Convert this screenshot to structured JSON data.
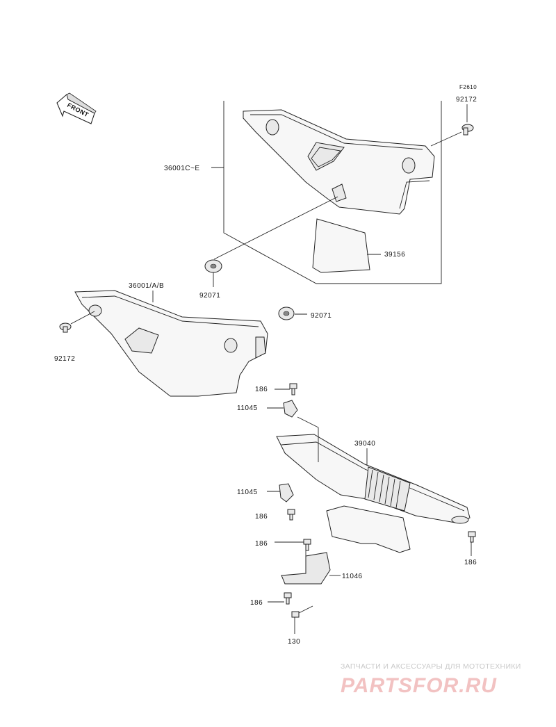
{
  "diagram_code": "F2610",
  "front_label": "FRONT",
  "labels": {
    "l92172_top": "92172",
    "l36001CE": "36001C~E",
    "l39156": "39156",
    "l92071_a": "92071",
    "l36001AB": "36001/A/B",
    "l92071_b": "92071",
    "l92172_left": "92172",
    "l186_a": "186",
    "l11045_a": "11045",
    "l39040": "39040",
    "l11045_b": "11045",
    "l186_b": "186",
    "l186_c": "186",
    "l11046": "11046",
    "l186_right": "186",
    "l186_d": "186",
    "l130": "130"
  },
  "watermark": {
    "tagline": "ЗАПЧАСТИ И АКСЕССУАРЫ ДЛЯ МОТОТЕХНИКИ",
    "brand": "PARTSFOR.RU"
  }
}
